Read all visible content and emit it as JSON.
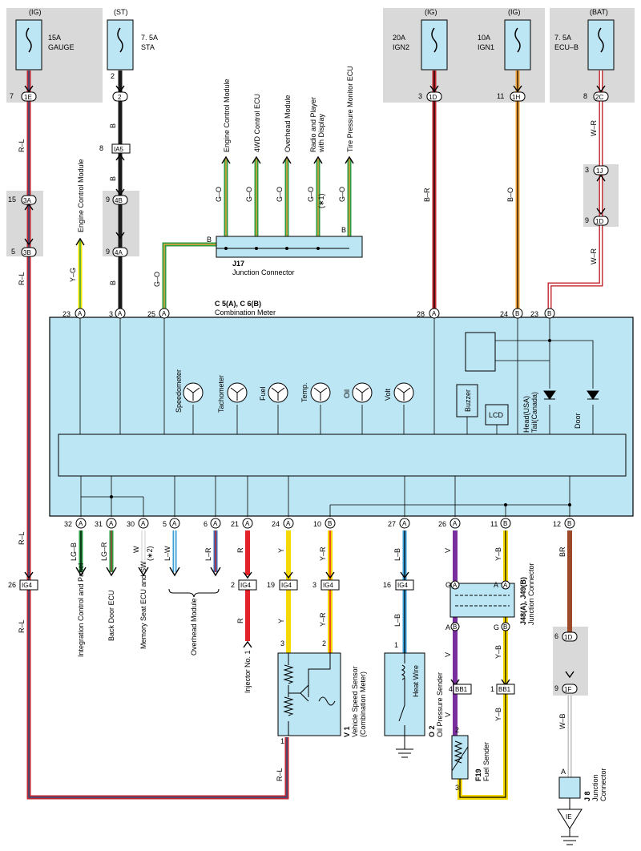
{
  "fuses": {
    "gauge": {
      "source": "(IG)",
      "amp": "15A",
      "name": "GAUGE"
    },
    "sta": {
      "source": "(ST)",
      "amp": "7. 5A",
      "name": "STA"
    },
    "ign2": {
      "source": "(IG)",
      "amp": "20A",
      "name": "IGN2"
    },
    "ign1": {
      "source": "(IG)",
      "amp": "10A",
      "name": "IGN1"
    },
    "ecub": {
      "source": "(BAT)",
      "amp": "7. 5A",
      "name": "ECU–B"
    }
  },
  "connectors": {
    "c1e": "1E",
    "c2": "2",
    "ia5": "IA5",
    "c3a": "3A",
    "c3b": "3B",
    "c4b": "4B",
    "c4a": "4A",
    "c1d": "1D",
    "c1h": "1H",
    "c2c": "2C",
    "c1j": "1J",
    "c1d_b": "1D",
    "ig4": "IG4",
    "bb1": "BB1",
    "c1d_c": "1D",
    "c1f": "1F",
    "pinA": "A",
    "pinB": "B",
    "pinG": "G"
  },
  "pins": {
    "p7": "7",
    "p2": "2",
    "p8": "8",
    "p15": "15",
    "p5": "5",
    "p9": "9",
    "p3": "3",
    "p11": "11",
    "p23": "23",
    "p25": "25",
    "p28": "28",
    "p24": "24",
    "p32": "32",
    "p31": "31",
    "p30": "30",
    "p6": "6",
    "p21": "21",
    "p10": "10",
    "p27": "27",
    "p26": "26",
    "p12": "12",
    "p26b": "26",
    "p19": "19",
    "p16": "16",
    "p4": "4",
    "p1": "1"
  },
  "wires": {
    "rl": "R–L",
    "b": "B",
    "yg": "Y–G",
    "go": "G–O",
    "br_": "B–R",
    "bo": "B–O",
    "wr": "W–R",
    "lgb": "LG–B",
    "lgr": "LG–R",
    "w": "W",
    "lw": "L–W",
    "lr": "L–R",
    "r": "R",
    "y": "Y",
    "yr": "Y–R",
    "lb": "L–B",
    "v": "V",
    "yb": "Y–B",
    "brn": "BR",
    "wb": "W–B"
  },
  "destinations": {
    "ecm_top": "Engine Control Module",
    "engine_cm": "Engine Control Module",
    "fourwd": "4WD Control ECU",
    "overhead_top": "Overhead Module",
    "radio1": "Radio and Player",
    "radio2": "with Display",
    "radio_note": "(∗1)",
    "tpms": "Tire Pressure Monitor ECU",
    "icp": "Integration Control and Panel",
    "backdoor": "Back Door ECU",
    "memseat": "Memory Seat ECU and SW",
    "memseat_note": "(∗2)",
    "overhead_bot": "Overhead Module",
    "injector": "Injector No. 1"
  },
  "junction_j17": {
    "id": "J17",
    "name": "Junction Connector"
  },
  "meter": {
    "id": "C 5(A), C 6(B)",
    "name": "Combination Meter"
  },
  "gauges": [
    "Speedometer",
    "Tachometer",
    "Fuel",
    "Temp.",
    "Oil",
    "Volt"
  ],
  "meter_items": {
    "buzzer": "Buzzer",
    "lcd": "LCD",
    "head1": "Head(USA)",
    "head2": "Tail(Canada)",
    "door": "Door"
  },
  "components": {
    "v1_id": "V 1",
    "v1_name1": "Vehicle Speed Sensor",
    "v1_name2": "(Combination Meter)",
    "o2_id": "O 2",
    "o2_name": "Oil Pressure Sender",
    "heat_wire": "Heat Wire",
    "f19_id": "F19",
    "f19_name": "Fuel Sender",
    "j48_id": "J48(A), J49(B)",
    "j48_name": "Junction Connector",
    "j8_id": "J 8",
    "j8_name1": "Junction",
    "j8_name2": "Connector",
    "ground": "IE"
  }
}
